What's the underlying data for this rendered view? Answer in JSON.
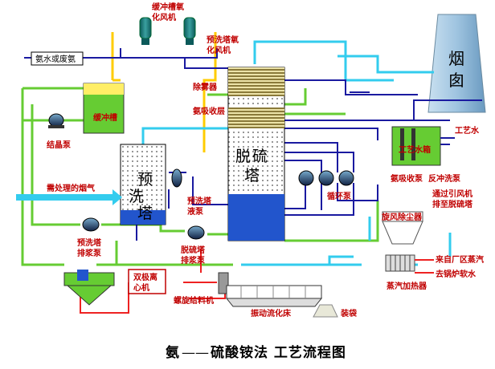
{
  "labels": {
    "buffer_fan": [
      "缓冲槽氧",
      "化风机"
    ],
    "prewash_fan": [
      "预洗塔氧",
      "化风机"
    ],
    "ammonia_input": "氨水或废氨",
    "chimney": [
      "烟",
      "囱"
    ],
    "demister": "除雾器",
    "absorb_layer": "氨吸收层",
    "buffer_tank": "缓冲槽",
    "crystal_pump": "结晶泵",
    "desulf_tower": [
      "脱",
      "硫",
      "塔"
    ],
    "prewash_tower": [
      "预",
      "洗",
      "塔"
    ],
    "process_water": "工艺水",
    "process_water_tank": "工艺水箱",
    "ammonia_pump": "氨吸收泵",
    "flush_pump": "反冲洗泵",
    "flue_gas_in": "需处理的烟气",
    "circ_pump": "循环泵",
    "prewash_slurry_pump": [
      "预洗塔",
      "液泵"
    ],
    "cyclone": "旋风除尘器",
    "to_boiler_fan": [
      "通过引风机",
      "排至脱硫塔"
    ],
    "prewash_discharge_pump": [
      "预洗塔",
      "排浆泵"
    ],
    "desulf_discharge_pump": [
      "脱硫塔",
      "排浆泵"
    ],
    "centrifuge": [
      "双极离",
      "心机"
    ],
    "screw_feeder": "螺旋给料机",
    "steam_in": "来自厂区蒸汽",
    "steam_heater": "蒸汽加热器",
    "to_boiler_water": "去锅炉软水",
    "fluid_bed": "振动流化床",
    "bagging": "装袋"
  },
  "caption": {
    "left": "氨",
    "dash": "——",
    "right": "硫酸铵法  工艺流程图"
  },
  "colors": {
    "pipe_blue": "#1a1aa0",
    "pipe_cyan": "#33ccee",
    "pipe_green": "#66cc33",
    "pipe_yellow": "#ffcc00",
    "pipe_red": "#ee2222",
    "label_red": "#c00000",
    "liquid_blue": "#2255cc",
    "tank_green": "#66cc33"
  }
}
